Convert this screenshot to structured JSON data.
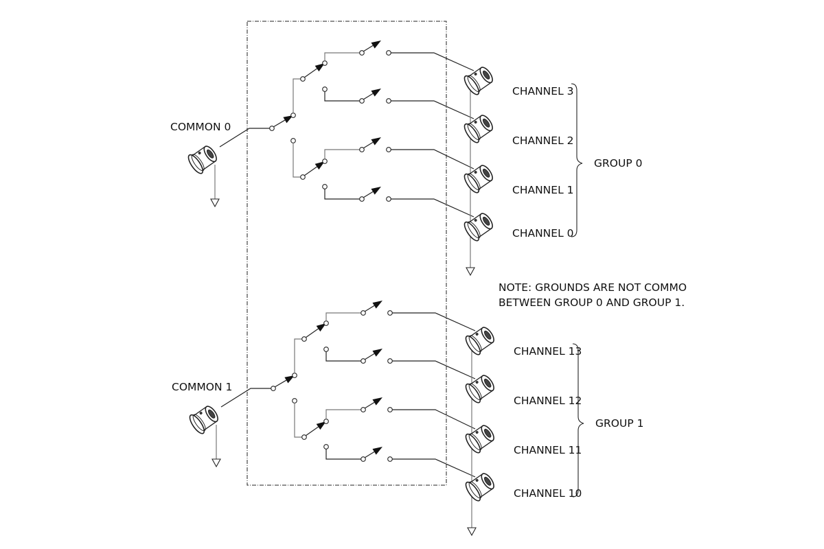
{
  "groups": [
    {
      "common_label": "COMMON 0",
      "group_label": "GROUP 0",
      "channels": [
        "CHANNEL 3",
        "CHANNEL 2",
        "CHANNEL 1",
        "CHANNEL 0"
      ]
    },
    {
      "common_label": "COMMON 1",
      "group_label": "GROUP 1",
      "channels": [
        "CHANNEL 13",
        "CHANNEL 12",
        "CHANNEL 11",
        "CHANNEL 10"
      ]
    }
  ],
  "note": {
    "line1": "NOTE: GROUNDS ARE NOT COMMO",
    "line2": "BETWEEN GROUP 0 AND GROUP 1."
  },
  "colors": {
    "line": "#222222",
    "wire_gray": "#777777",
    "background": "#ffffff"
  }
}
